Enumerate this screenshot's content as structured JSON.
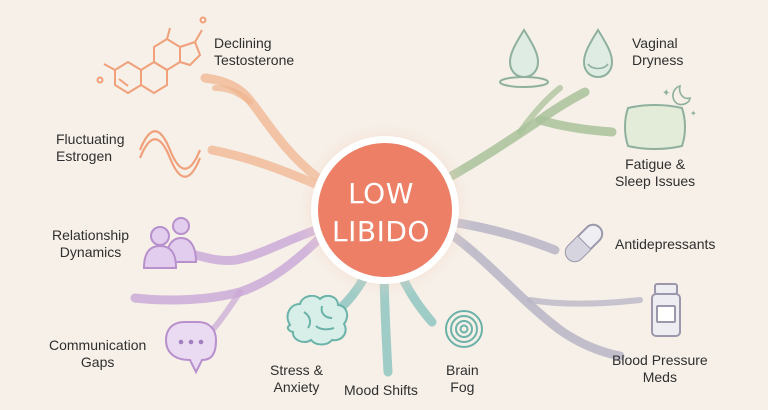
{
  "center": {
    "lines": [
      "LOW",
      "LIBIDO"
    ]
  },
  "nodes": [
    {
      "id": "testosterone",
      "lines": [
        "Declining",
        "Testosterone"
      ],
      "icon": "testosterone-molecule-icon"
    },
    {
      "id": "estrogen",
      "lines": [
        "Fluctuating",
        "Estrogen"
      ],
      "icon": "sine-wave-icon"
    },
    {
      "id": "relationship",
      "lines": [
        "Relationship",
        "Dynamics"
      ],
      "icon": "couple-icon"
    },
    {
      "id": "communication",
      "lines": [
        "Communication",
        "Gaps"
      ],
      "icon": "speech-bubble-icon"
    },
    {
      "id": "stress",
      "lines": [
        "Stress &",
        "Anxiety"
      ],
      "icon": "brain-icon"
    },
    {
      "id": "mood",
      "lines": [
        "Mood Shifts"
      ],
      "icon": "none"
    },
    {
      "id": "fog",
      "lines": [
        "Brain",
        "Fog"
      ],
      "icon": "spiral-icon"
    },
    {
      "id": "vaginal",
      "lines": [
        "Vaginal",
        "Dryness"
      ],
      "icon": "water-drops-icon"
    },
    {
      "id": "fatigue",
      "lines": [
        "Fatigue &",
        "Sleep Issues"
      ],
      "icon": "pillow-moon-icon"
    },
    {
      "id": "antidepressants",
      "lines": [
        "Antidepressants"
      ],
      "icon": "pill-capsule-icon"
    },
    {
      "id": "bp",
      "lines": [
        "Blood Pressure",
        "Meds"
      ],
      "icon": "medicine-bottle-icon"
    }
  ],
  "colors": {
    "background": "#f6f0e8",
    "hormonal": "#f0b48e",
    "relational": "#c9a6d6",
    "psychological": "#8fc6bf",
    "physical": "#a9c29a",
    "medication": "#b7b4c6",
    "center_fill": "#ec7f66",
    "center_ring": "#ffffff"
  }
}
